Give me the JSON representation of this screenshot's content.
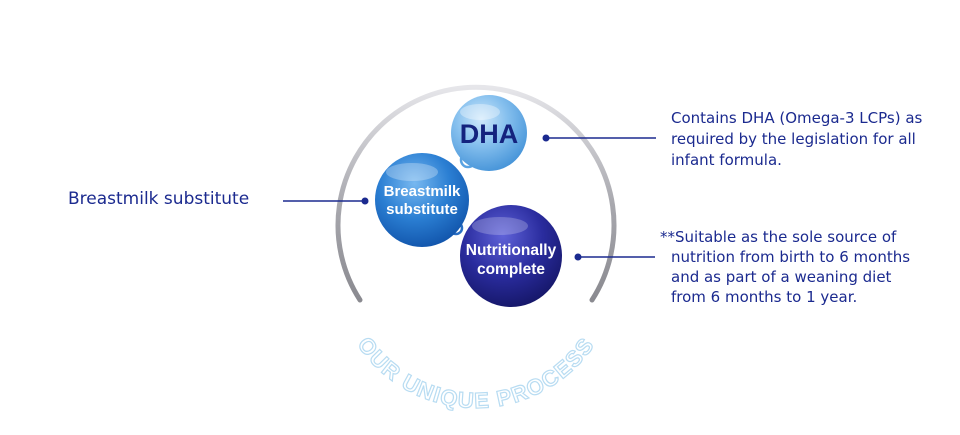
{
  "arc_text": "OUR UNIQUE PROCESS",
  "bubbles": {
    "dha": {
      "label": "DHA"
    },
    "breastmilk": {
      "line1": "Breastmilk",
      "line2": "substitute"
    },
    "nutritionally": {
      "line1": "Nutritionally",
      "line2": "complete"
    }
  },
  "callouts": {
    "left": {
      "text": "Breastmilk substitute"
    },
    "top": {
      "text": "Contains DHA (Omega-3 LCPs) as required by the legislation for all infant formula."
    },
    "bottom": {
      "lines": [
        "**Suitable as the sole source of",
        "nutrition from birth to 6 months",
        "and as part of a weaning diet",
        "from 6 months to 1 year."
      ]
    }
  },
  "colors": {
    "label_text": "#1b2a8f",
    "dha_bubble": "#6fb2e6",
    "breastmilk_bubble": "#1f73c9",
    "nutritionally_bubble": "#22238a",
    "ring": "#a9a9ae",
    "arc_text_outline": "#b8dcf2"
  }
}
